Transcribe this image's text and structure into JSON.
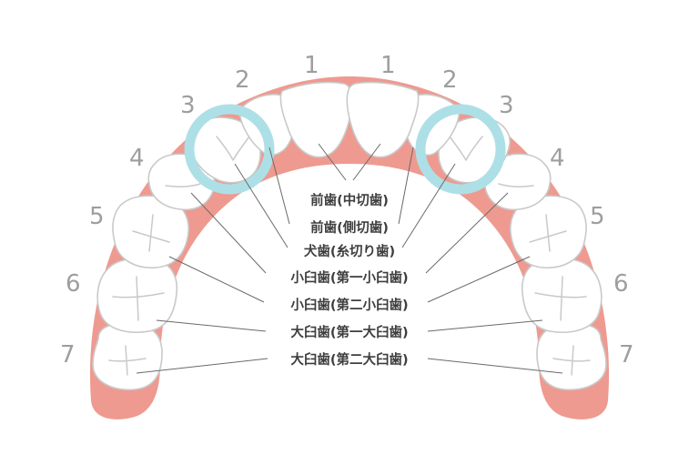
{
  "diagram": {
    "tooth_numbers": [
      "1",
      "2",
      "3",
      "4",
      "5",
      "6",
      "7"
    ],
    "labels": [
      "前歯(中切歯)",
      "前歯(側切歯)",
      "犬歯(糸切り歯)",
      "小臼歯(第一小臼歯)",
      "小臼歯(第二小臼歯)",
      "大臼歯(第一大臼歯)",
      "大臼歯(第二大臼歯)"
    ],
    "highlighted_tooth_number": "3",
    "colors": {
      "gum": "#ee9a90",
      "tooth_fill": "#ffffff",
      "tooth_outline": "#c9c9c9",
      "highlight_ring": "#ade0e6",
      "number_text": "#9e9e9e",
      "label_text": "#3e3e3e",
      "leader_line": "#6a6a6a"
    },
    "icons": [
      "tooth-icon",
      "highlight-ring-icon"
    ]
  }
}
